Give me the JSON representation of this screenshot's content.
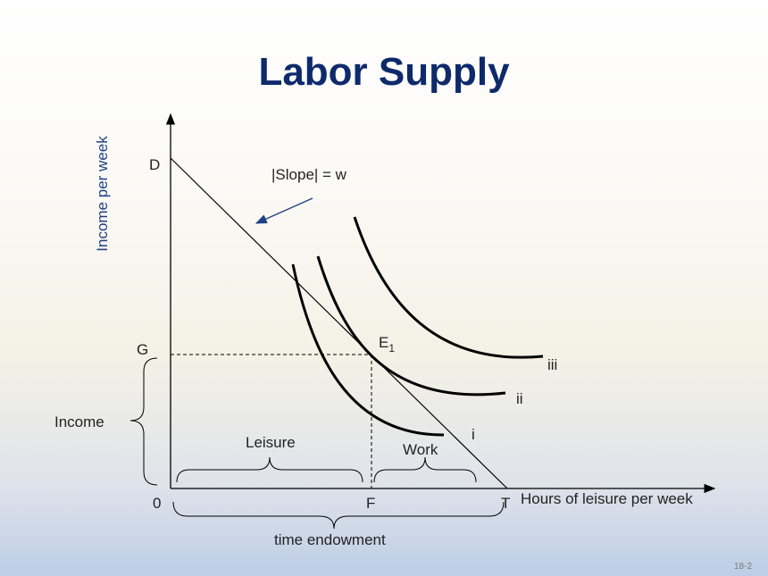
{
  "title": "Labor Supply",
  "y_axis_label": "Income per week",
  "x_axis_label": "Hours of leisure per week",
  "slope_label": "|Slope| = w",
  "point_labels": {
    "D": "D",
    "G": "G",
    "origin": "0",
    "F": "F",
    "T": "T",
    "E": "E",
    "E_sub": "1"
  },
  "curve_labels": [
    "i",
    "ii",
    "iii"
  ],
  "brace_labels": {
    "income": "Income",
    "leisure": "Leisure",
    "work": "Work",
    "time_endowment": "time endowment"
  },
  "slide_number": "18-2"
}
